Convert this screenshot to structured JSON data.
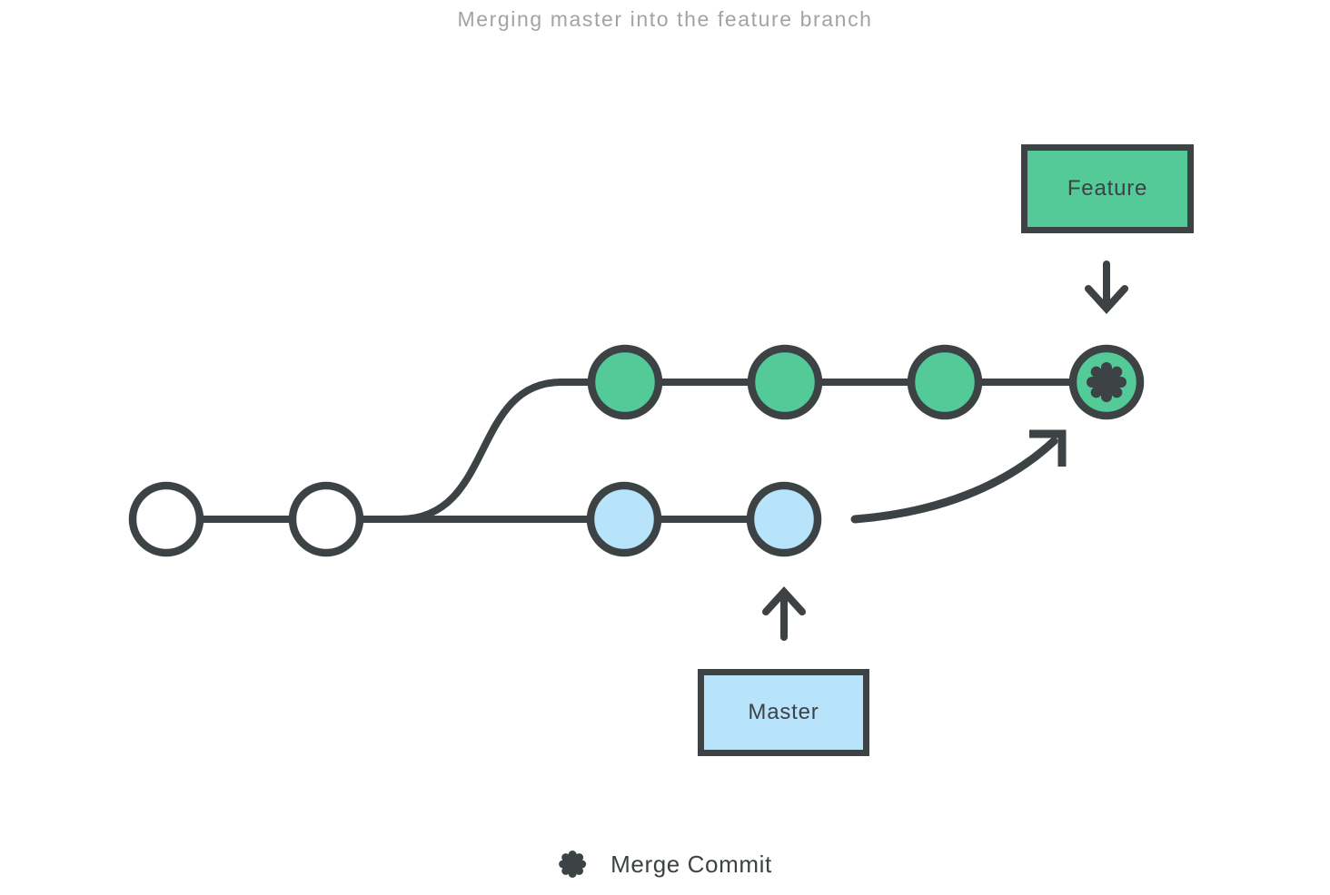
{
  "title": "Merging master into the feature branch",
  "branch_labels": {
    "feature": "Feature",
    "master": "Master"
  },
  "legend": {
    "merge_commit_label": "Merge Commit",
    "merge_commit_icon": "asterisk-icon"
  },
  "colors": {
    "stroke_dark": "#3d4245",
    "feature_green": "#53ca97",
    "master_blue": "#b7e3fb",
    "title_gray": "#a3a3a3",
    "background": "#ffffff"
  },
  "graph": {
    "master_branch": {
      "label": "Master",
      "commits": [
        {
          "type": "commit",
          "fill": "white"
        },
        {
          "type": "commit",
          "fill": "white"
        },
        {
          "type": "commit",
          "fill": "blue"
        },
        {
          "type": "commit",
          "fill": "blue"
        }
      ]
    },
    "feature_branch": {
      "label": "Feature",
      "commits": [
        {
          "type": "commit",
          "fill": "green"
        },
        {
          "type": "commit",
          "fill": "green"
        },
        {
          "type": "commit",
          "fill": "green"
        },
        {
          "type": "merge_commit",
          "fill": "green"
        }
      ]
    }
  }
}
